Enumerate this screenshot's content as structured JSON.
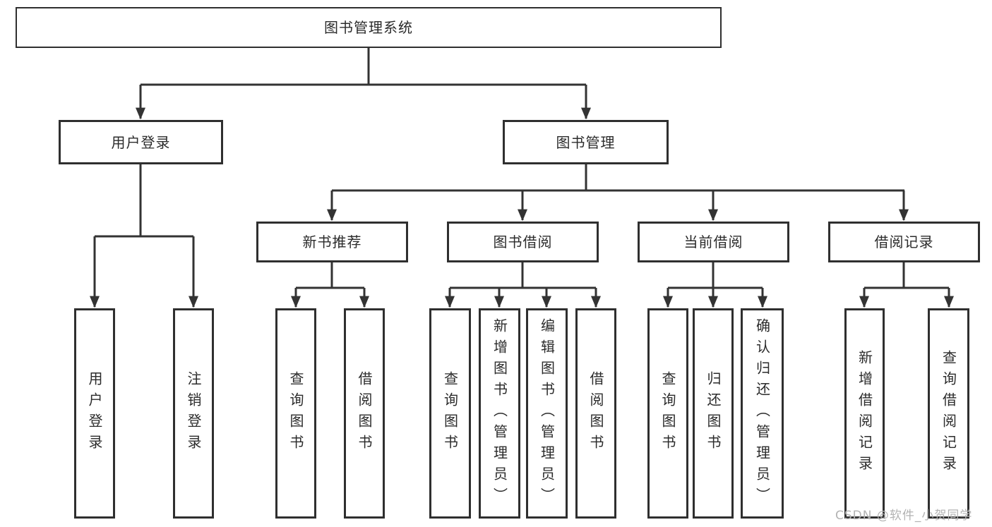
{
  "colors": {
    "background": "#ffffff",
    "box_border": "#2f2f2f",
    "box_fill": "#ffffff",
    "connector": "#333333",
    "text": "#2b2b2b",
    "watermark": "#b3b3b3"
  },
  "watermark": {
    "text": "CSDN @软件_小贺同学"
  },
  "tree": {
    "root": {
      "label": "图书管理系统"
    },
    "children": [
      {
        "label": "用户登录",
        "children": [
          {
            "label": "用户登录"
          },
          {
            "label": "注销登录"
          }
        ]
      },
      {
        "label": "图书管理",
        "children": [
          {
            "label": "新书推荐",
            "children": [
              {
                "label": "查询图书"
              },
              {
                "label": "借阅图书"
              }
            ]
          },
          {
            "label": "图书借阅",
            "children": [
              {
                "label": "查询图书"
              },
              {
                "label": "新增图书（管理员）"
              },
              {
                "label": "编辑图书（管理员）"
              },
              {
                "label": "借阅图书"
              }
            ]
          },
          {
            "label": "当前借阅",
            "children": [
              {
                "label": "查询图书"
              },
              {
                "label": "归还图书"
              },
              {
                "label": "确认归还（管理员）"
              }
            ]
          },
          {
            "label": "借阅记录",
            "children": [
              {
                "label": "新增借阅记录"
              },
              {
                "label": "查询借阅记录"
              }
            ]
          }
        ]
      }
    ]
  }
}
